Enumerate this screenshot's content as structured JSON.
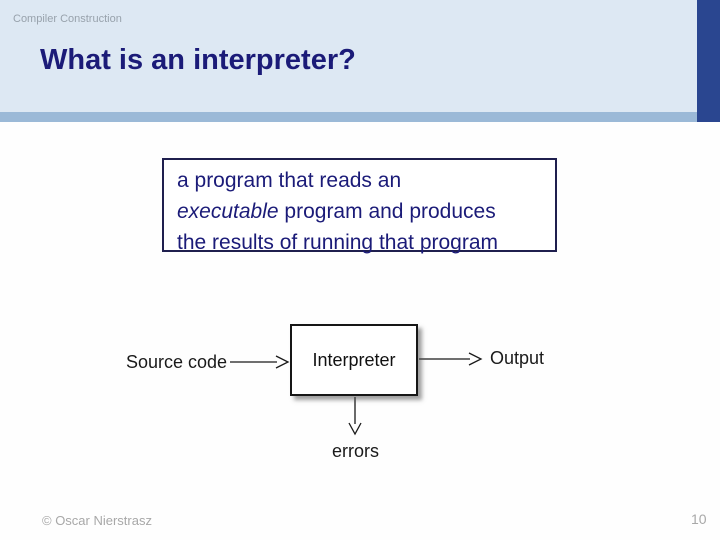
{
  "slide": {
    "course_label": "Compiler Construction",
    "title": "What is an interpreter?",
    "definition": {
      "line1": "a program that reads an",
      "line2_italic": "executable",
      "line2_rest": " program and produces",
      "line3": "the results of running that program"
    },
    "diagram": {
      "source_label": "Source code",
      "interpreter_label": "Interpreter",
      "output_label": "Output",
      "errors_label": "errors"
    },
    "footer": {
      "copyright": "© Oscar Nierstrasz",
      "page_number": "10"
    },
    "colors": {
      "header_band": "#dde8f3",
      "divider_bar": "#9bb9d7",
      "accent_block": "#2a4690",
      "heading_text": "#1b1b78",
      "diagram_ink": "#1a1a1a",
      "muted_gray": "#a8a8a8"
    }
  }
}
